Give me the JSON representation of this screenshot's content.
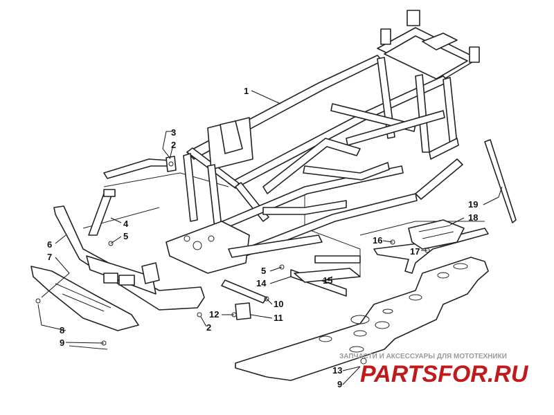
{
  "labels": {
    "l1": "1",
    "l2a": "2",
    "l2b": "2",
    "l3": "3",
    "l4": "4",
    "l5a": "5",
    "l5b": "5",
    "l6": "6",
    "l7": "7",
    "l8": "8",
    "l9a": "9",
    "l9b": "9",
    "l10": "10",
    "l11": "11",
    "l12": "12",
    "l13": "13",
    "l14": "14",
    "l15": "15",
    "l16": "16",
    "l17": "17",
    "l18": "18",
    "l19": "19"
  },
  "watermark": {
    "caption": "ЗАПЧАСТИ И АКСЕССУАРЫ ДЛЯ МОТОТЕХНИКИ",
    "logo": "PARTSFOR.RU"
  },
  "colors": {
    "ink": "#222222",
    "background": "#ffffff",
    "watermark_red": "#c21a1a",
    "watermark_gray": "#9a9a9a"
  }
}
